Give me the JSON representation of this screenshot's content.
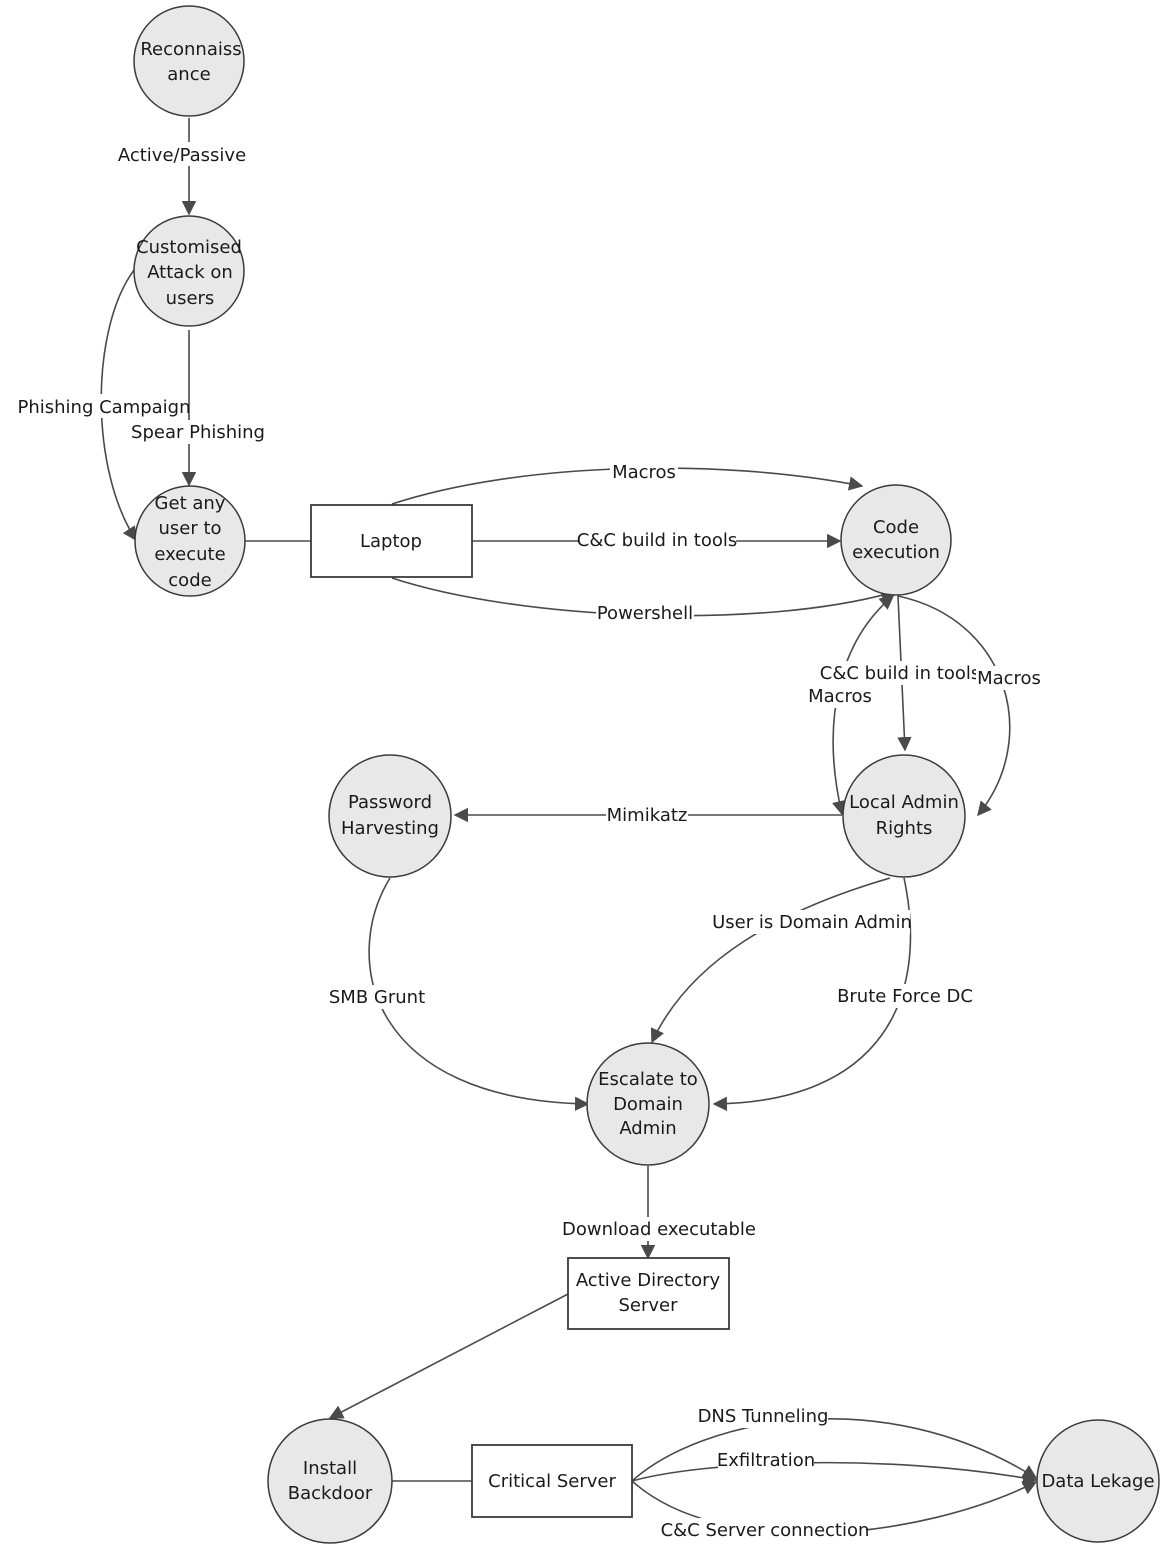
{
  "nodes": {
    "reconnaissance": [
      "Reconnaiss",
      "ance"
    ],
    "customised_attack": [
      "Customised",
      "Attack on",
      "users"
    ],
    "get_user_execute": [
      "Get any",
      "user to",
      "execute",
      "code"
    ],
    "laptop": [
      "Laptop"
    ],
    "code_execution": [
      "Code",
      "execution"
    ],
    "password_harvesting": [
      "Password",
      "Harvesting"
    ],
    "local_admin": [
      "Local Admin",
      "Rights"
    ],
    "escalate_domain_admin": [
      "Escalate to",
      "Domain",
      "Admin"
    ],
    "active_directory": [
      "Active Directory",
      "Server"
    ],
    "install_backdoor": [
      "Install",
      "Backdoor"
    ],
    "critical_server": [
      "Critical Server"
    ],
    "data_leakage": [
      "Data Lekage"
    ]
  },
  "edges": {
    "active_passive": "Active/Passive",
    "phishing_campaign": "Phishing Campaign",
    "spear_phishing": "Spear Phishing",
    "macros_top": "Macros",
    "cc_build_tools_mid": "C&C build in tools",
    "powershell": "Powershell",
    "cc_build_tools_right": "C&C build in tools",
    "macros_left": "Macros",
    "macros_right": "Macros",
    "mimikatz": "Mimikatz",
    "user_is_domain_admin": "User is Domain Admin",
    "smb_grunt": "SMB Grunt",
    "brute_force_dc": "Brute Force DC",
    "download_executable": "Download executable",
    "dns_tunneling": "DNS Tunneling",
    "exfiltration": "Exfiltration",
    "cc_server_connection": "C&C Server connection"
  }
}
